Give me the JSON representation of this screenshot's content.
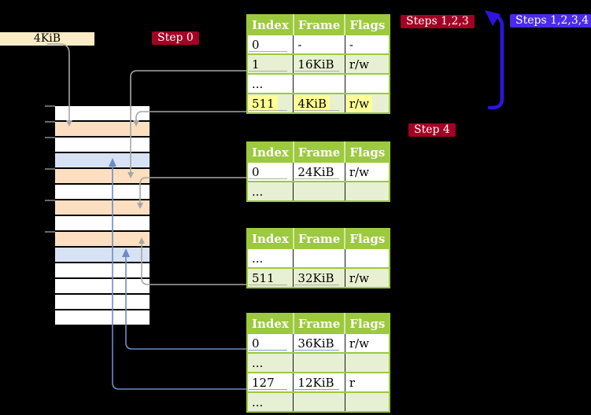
{
  "labels": {
    "page_box": "4KiB",
    "step0": "Step 0",
    "steps_123": "Steps 1,2,3",
    "steps_1234": "Steps 1,2,3,4",
    "step4": "Step 4"
  },
  "colors": {
    "background": "#000000",
    "crimson_label": "#A30024",
    "violet_label": "#4B2BEA",
    "big_arrow_blue": "#2F14E0",
    "table_green": "#9CC93D",
    "table_row_green": "#E7F0D3",
    "highlight_yellow": "#FFFF96",
    "strip_peach": "#FCDFC0",
    "strip_blue": "#D7E3F4",
    "page_box_bg": "#FAECC6",
    "gray_connector": "#A6A6A6",
    "blue_connector": "#6B8CC7"
  },
  "tables": [
    {
      "name": "page-table-level-1",
      "headers": [
        "Index",
        "Frame",
        "Flags"
      ],
      "underline_color": "gray",
      "rows": [
        {
          "cells": [
            "0",
            "-",
            "-"
          ],
          "shade": false,
          "underline": [
            0
          ],
          "highlight": false
        },
        {
          "cells": [
            "1",
            "16KiB",
            "r/w"
          ],
          "shade": true,
          "underline": [
            0,
            1
          ],
          "highlight": false
        },
        {
          "cells": [
            "...",
            "",
            ""
          ],
          "shade": false,
          "underline": [],
          "highlight": false
        },
        {
          "cells": [
            "511",
            "4KiB",
            "r/w"
          ],
          "shade": true,
          "underline": [
            0,
            1
          ],
          "highlight": true
        }
      ]
    },
    {
      "name": "page-table-level-2",
      "headers": [
        "Index",
        "Frame",
        "Flags"
      ],
      "underline_color": "gray",
      "rows": [
        {
          "cells": [
            "0",
            "24KiB",
            "r/w"
          ],
          "shade": false,
          "underline": [
            0,
            1
          ],
          "highlight": false
        },
        {
          "cells": [
            "...",
            "",
            ""
          ],
          "shade": true,
          "underline": [],
          "highlight": false
        }
      ]
    },
    {
      "name": "page-table-level-3",
      "headers": [
        "Index",
        "Frame",
        "Flags"
      ],
      "underline_color": "gray",
      "rows": [
        {
          "cells": [
            "...",
            "",
            ""
          ],
          "shade": false,
          "underline": [],
          "highlight": false
        },
        {
          "cells": [
            "511",
            "32KiB",
            "r/w"
          ],
          "shade": true,
          "underline": [
            0,
            1
          ],
          "highlight": false
        }
      ]
    },
    {
      "name": "page-table-level-4",
      "headers": [
        "Index",
        "Frame",
        "Flags"
      ],
      "underline_color": "blue",
      "rows": [
        {
          "cells": [
            "0",
            "36KiB",
            "r/w"
          ],
          "shade": false,
          "underline": [
            0,
            1
          ],
          "highlight": false
        },
        {
          "cells": [
            "...",
            "",
            ""
          ],
          "shade": true,
          "underline": [],
          "highlight": false
        },
        {
          "cells": [
            "127",
            "12KiB",
            "r"
          ],
          "shade": false,
          "underline": [
            0,
            1
          ],
          "highlight": false
        },
        {
          "cells": [
            "...",
            "",
            ""
          ],
          "shade": true,
          "underline": [],
          "highlight": false
        }
      ]
    }
  ],
  "memory_strip": {
    "rows": [
      "white",
      "peach",
      "white",
      "blue",
      "peach",
      "white",
      "peach",
      "white",
      "peach",
      "blue",
      "white",
      "white",
      "white",
      "white"
    ]
  }
}
